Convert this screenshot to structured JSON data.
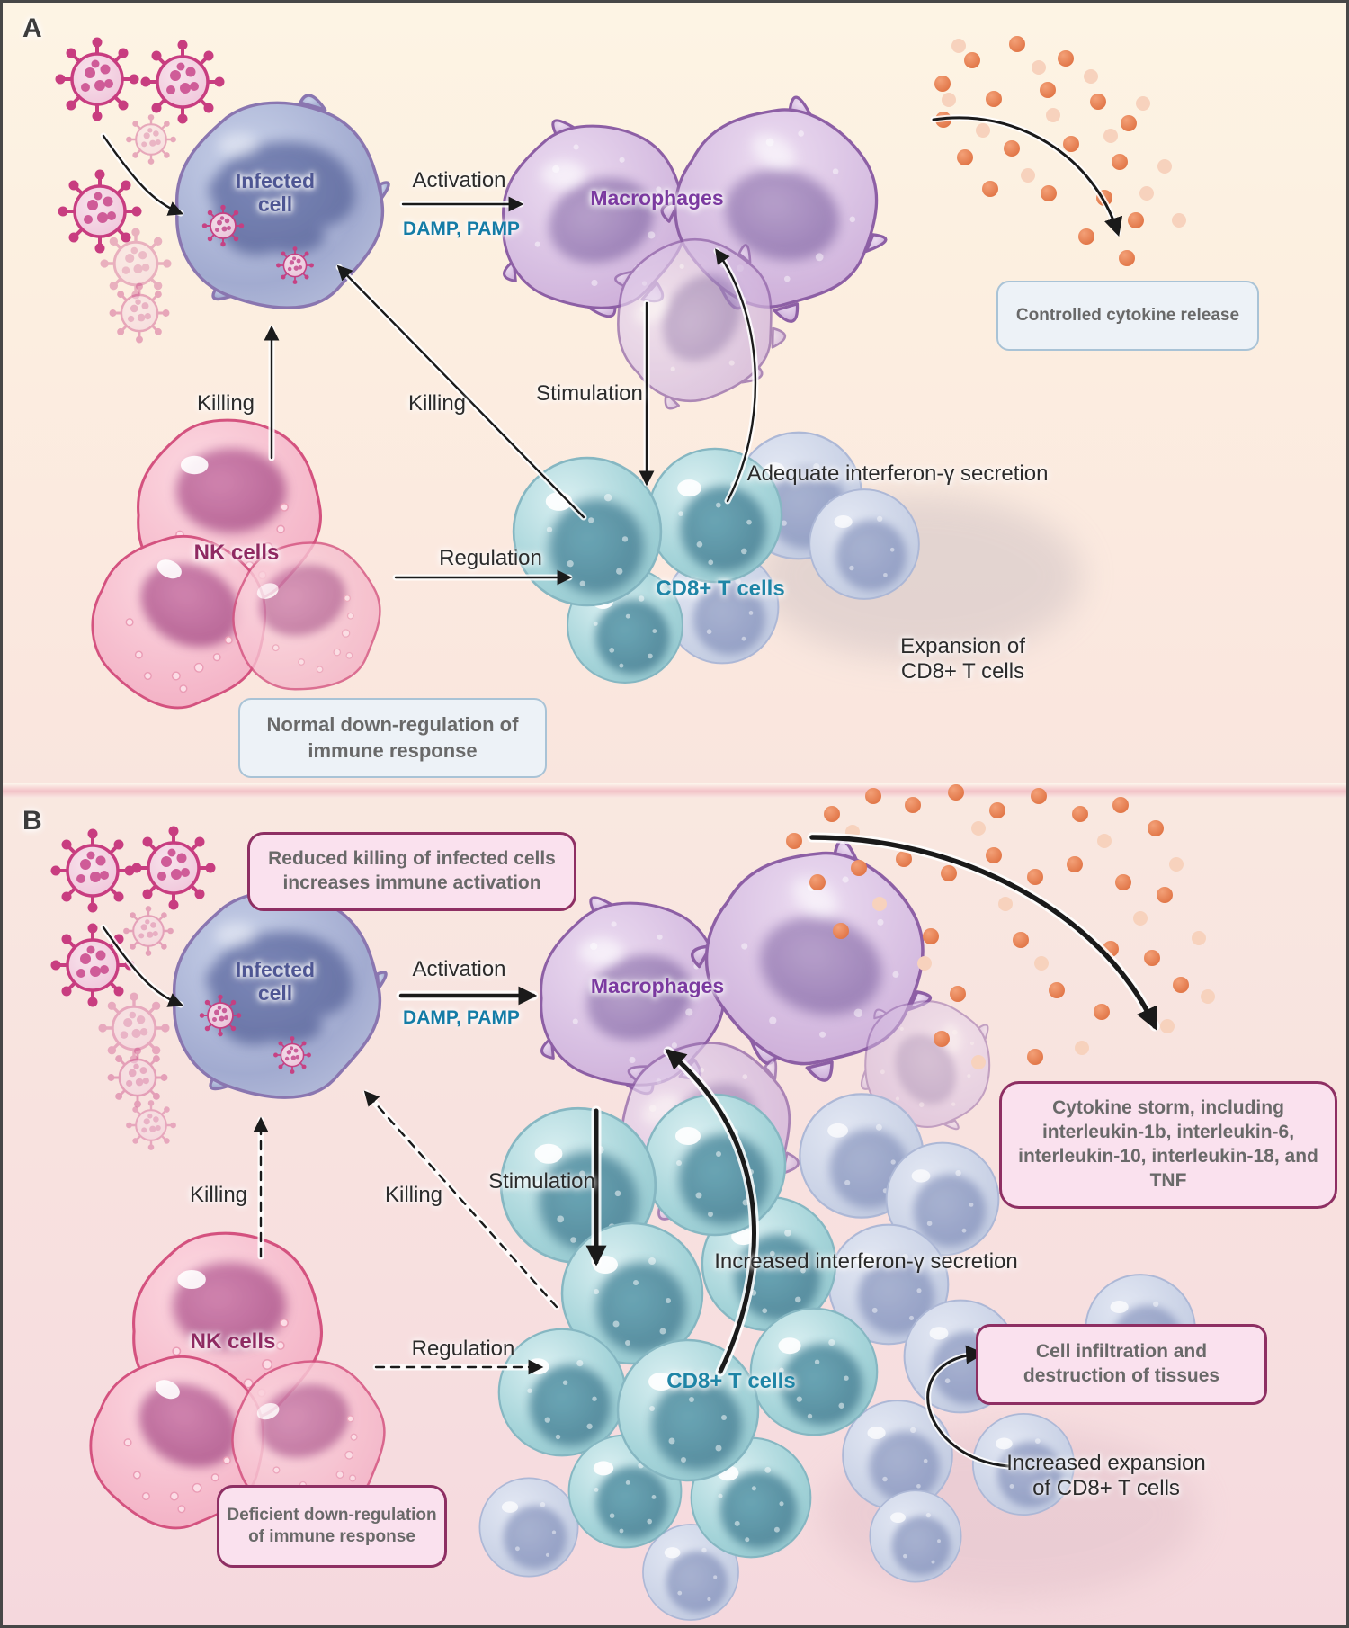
{
  "figure": {
    "panel_a": {
      "label": "A",
      "infected_cell": "Infected cell",
      "activation": "Activation",
      "damp_pamp": "DAMP, PAMP",
      "macrophages": "Macrophages",
      "controlled_cytokine_release": "Controlled cytokine release",
      "killing_nk": "Killing",
      "killing_cd8": "Killing",
      "stimulation": "Stimulation",
      "interferon": "Adequate interferon-γ secretion",
      "nk_cells": "NK cells",
      "regulation": "Regulation",
      "cd8_t_cells": "CD8+ T cells",
      "expansion": "Expansion of CD8+ T cells",
      "downregulation": "Normal down-regulation of immune response"
    },
    "panel_b": {
      "label": "B",
      "reduced_killing": "Reduced killing of infected cells increases immune activation",
      "infected_cell": "Infected cell",
      "activation": "Activation",
      "damp_pamp": "DAMP, PAMP",
      "macrophages": "Macrophages",
      "cytokine_storm": "Cytokine storm, including interleukin-1b, interleukin-6, interleukin-10, interleukin-18, and TNF",
      "killing_nk": "Killing",
      "killing_cd8": "Killing",
      "stimulation": "Stimulation",
      "interferon": "Increased interferon-γ secretion",
      "nk_cells": "NK cells",
      "regulation": "Regulation",
      "cd8_t_cells": "CD8+ T cells",
      "cell_infiltration": "Cell infiltration and destruction of tissues",
      "increased_expansion": "Increased expansion of CD8+ T cells",
      "downregulation": "Deficient down-regulation of immune response"
    },
    "colors": {
      "teal_text": "#147ca6",
      "purple_text": "#7b3aa0",
      "magenta_text": "#8f2a62",
      "cd8_text": "#1f85a6",
      "infected_text": "#4e5693",
      "box_blue_fill": "#edf2f7",
      "box_blue_border": "#a9c3d6",
      "box_pink_fill": "#fae1ee",
      "box_pink_border": "#8e2f63",
      "cytokine_orange": "#e2763f"
    }
  }
}
